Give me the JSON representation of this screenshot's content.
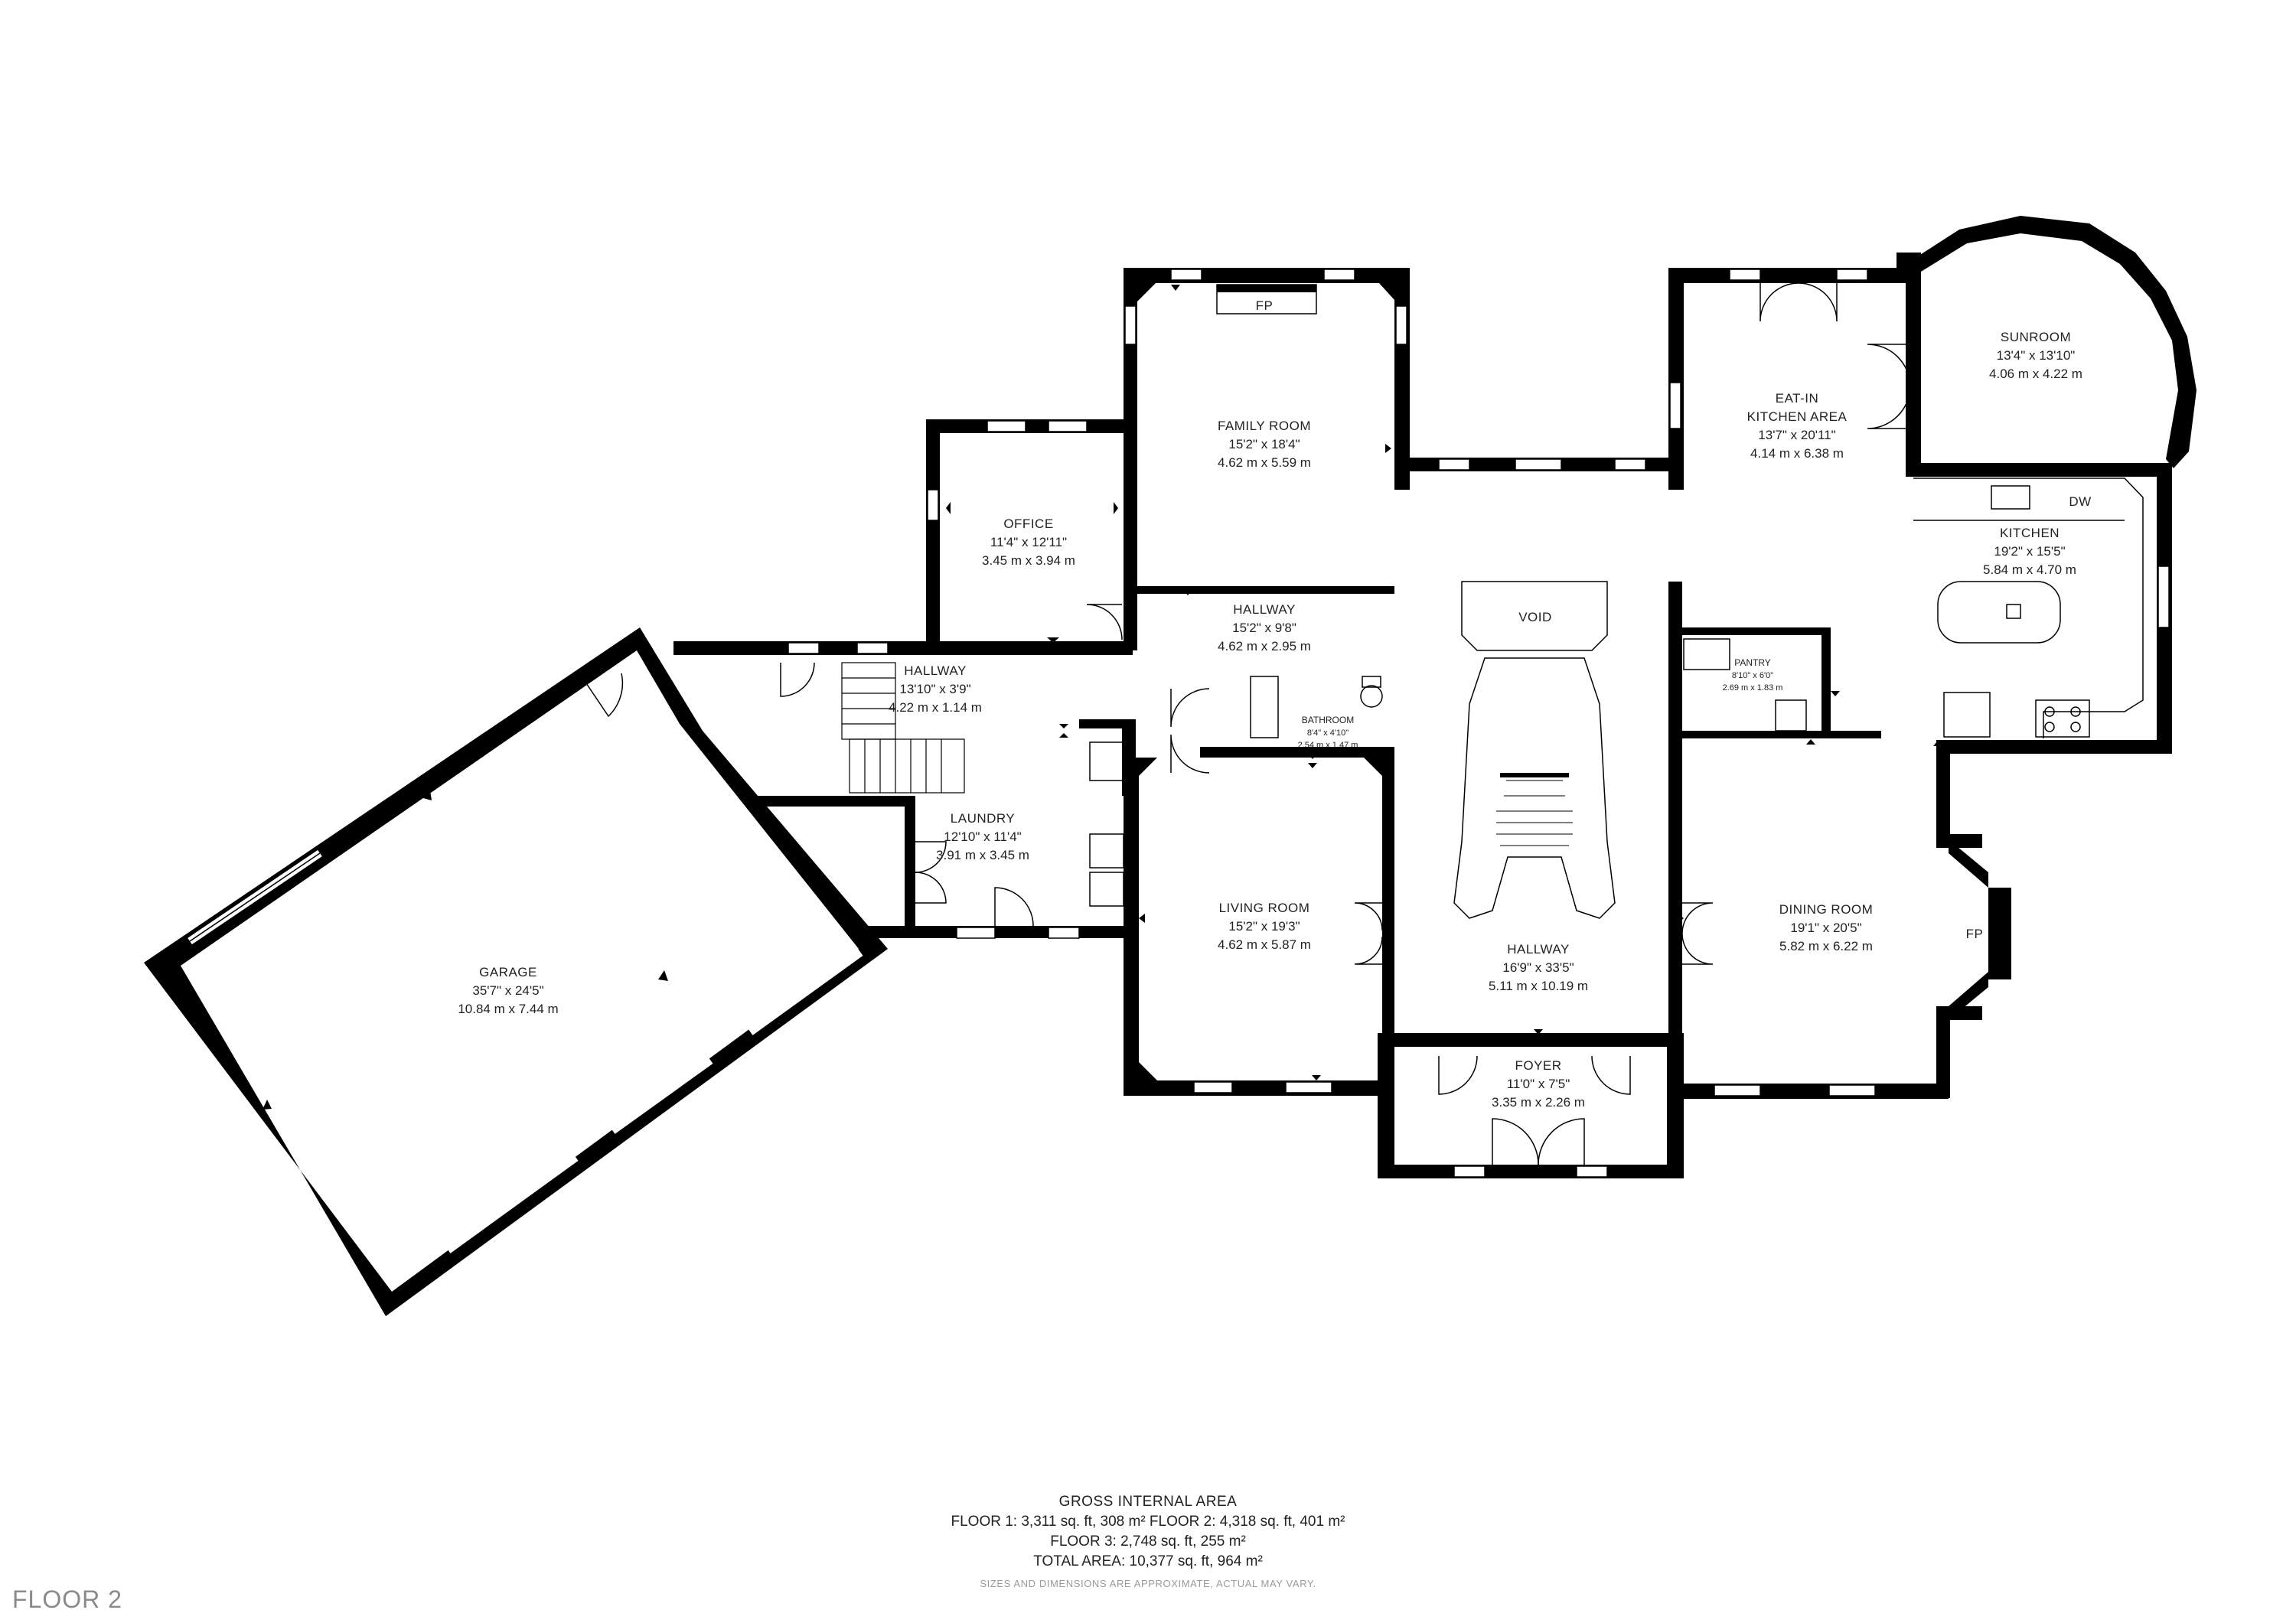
{
  "floor_label": "FLOOR 2",
  "rooms": {
    "family_room": {
      "name": "FAMILY ROOM",
      "dim_imperial": "15'2\" x 18'4\"",
      "dim_metric": "4.62 m x 5.59 m"
    },
    "fireplace_family": "FP",
    "office": {
      "name": "OFFICE",
      "dim_imperial": "11'4\" x 12'11\"",
      "dim_metric": "3.45 m x 3.94 m"
    },
    "hallway_upper": {
      "name": "HALLWAY",
      "dim_imperial": "15'2\" x 9'8\"",
      "dim_metric": "4.62 m x 2.95 m"
    },
    "hallway_left": {
      "name": "HALLWAY",
      "dim_imperial": "13'10\" x 3'9\"",
      "dim_metric": "4.22 m x 1.14 m"
    },
    "bathroom": {
      "name": "BATHROOM",
      "dim_imperial": "8'4\" x 4'10\"",
      "dim_metric": "2.54 m x 1.47 m"
    },
    "laundry": {
      "name": "LAUNDRY",
      "dim_imperial": "12'10\" x 11'4\"",
      "dim_metric": "3.91 m x 3.45 m"
    },
    "garage": {
      "name": "GARAGE",
      "dim_imperial": "35'7\" x 24'5\"",
      "dim_metric": "10.84 m x 7.44 m"
    },
    "living_room": {
      "name": "LIVING ROOM",
      "dim_imperial": "15'2\" x 19'3\"",
      "dim_metric": "4.62 m x 5.87 m"
    },
    "void": {
      "name": "VOID"
    },
    "hallway_main": {
      "name": "HALLWAY",
      "dim_imperial": "16'9\" x 33'5\"",
      "dim_metric": "5.11 m x 10.19 m"
    },
    "foyer": {
      "name": "FOYER",
      "dim_imperial": "11'0\" x 7'5\"",
      "dim_metric": "3.35 m x 2.26 m"
    },
    "eat_in_kitchen": {
      "name_line1": "EAT-IN",
      "name_line2": "KITCHEN AREA",
      "dim_imperial": "13'7\" x 20'11\"",
      "dim_metric": "4.14 m x 6.38 m"
    },
    "sunroom": {
      "name": "SUNROOM",
      "dim_imperial": "13'4\" x 13'10\"",
      "dim_metric": "4.06 m x 4.22 m"
    },
    "kitchen": {
      "name": "KITCHEN",
      "dim_imperial": "19'2\" x 15'5\"",
      "dim_metric": "5.84 m x 4.70 m"
    },
    "dishwasher": "DW",
    "pantry": {
      "name": "PANTRY",
      "dim_imperial": "8'10\" x 6'0\"",
      "dim_metric": "2.69 m x 1.83 m"
    },
    "dining_room": {
      "name": "DINING ROOM",
      "dim_imperial": "19'1\" x 20'5\"",
      "dim_metric": "5.82 m x 6.22 m"
    },
    "fireplace_dining": "FP"
  },
  "footer": {
    "title": "GROSS INTERNAL AREA",
    "line1": "FLOOR 1: 3,311 sq. ft, 308 m² FLOOR 2: 4,318 sq. ft, 401 m²",
    "line2": "FLOOR 3: 2,748 sq. ft, 255 m²",
    "line3": "TOTAL AREA: 10,377 sq. ft, 964 m²",
    "note": "SIZES AND DIMENSIONS ARE APPROXIMATE, ACTUAL MAY VARY."
  }
}
